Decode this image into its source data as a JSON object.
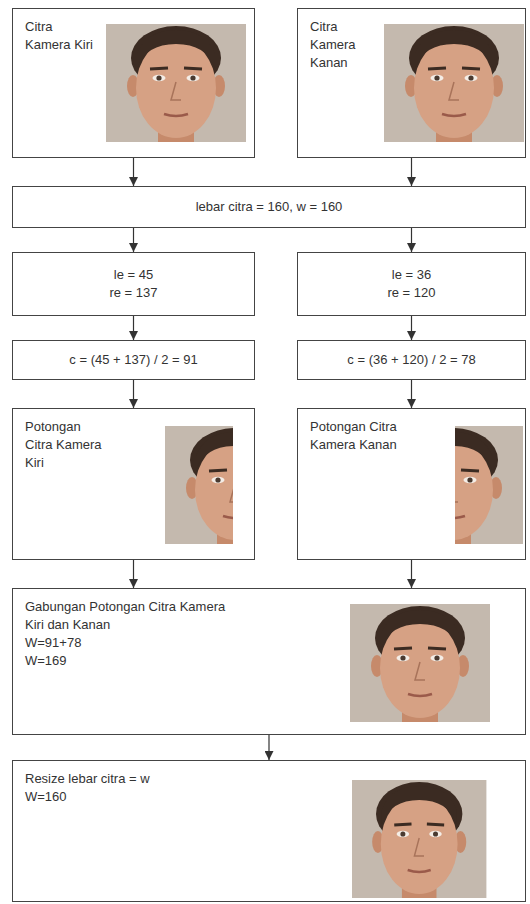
{
  "diagram": {
    "nodes": [
      {
        "text": [
          "Citra Kamera Kiri"
        ]
      },
      {
        "text": [
          "Citra Kamera Kanan"
        ]
      },
      {
        "text": [
          "lebar citra = 160, w = 160"
        ]
      },
      {
        "text": [
          "le = 45",
          "re = 137"
        ]
      },
      {
        "text": [
          "le = 36",
          "re = 120"
        ]
      },
      {
        "text": [
          "c = (45 + 137) / 2 = 91"
        ]
      },
      {
        "text": [
          "c = (36 + 120) / 2 = 78"
        ]
      },
      {
        "text": [
          "Potongan Citra Kamera Kiri"
        ]
      },
      {
        "text": [
          "Potongan Citra Kamera Kanan"
        ]
      },
      {
        "text": [
          "Gabungan Potongan Citra Kamera Kiri dan Kanan",
          "W=91+78",
          "W=169"
        ]
      },
      {
        "text": [
          "Resize lebar citra = w",
          "W=160"
        ]
      }
    ],
    "edges": [
      {
        "from": 0,
        "to": 2,
        "arrow": "to"
      },
      {
        "from": 1,
        "to": 2,
        "arrow": "to"
      },
      {
        "from": 2,
        "to": 3,
        "arrow": "to"
      },
      {
        "from": 2,
        "to": 4,
        "arrow": "to"
      },
      {
        "from": 3,
        "to": 5,
        "arrow": "to"
      },
      {
        "from": 4,
        "to": 6,
        "arrow": "to"
      },
      {
        "from": 5,
        "to": 7,
        "arrow": "to"
      },
      {
        "from": 6,
        "to": 8,
        "arrow": "to"
      },
      {
        "from": 7,
        "to": 9,
        "arrow": "to"
      },
      {
        "from": 8,
        "to": 9,
        "arrow": "to"
      },
      {
        "from": 9,
        "to": 10,
        "arrow": "to"
      }
    ]
  }
}
